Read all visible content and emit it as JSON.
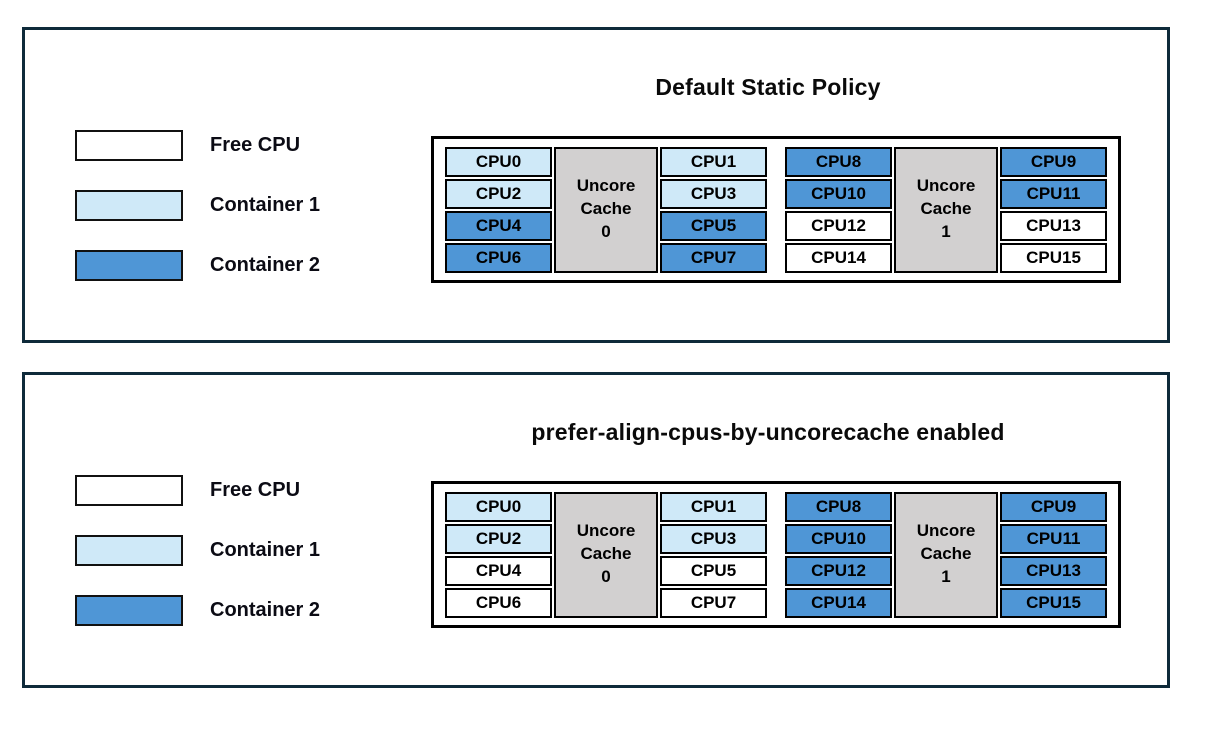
{
  "colors": {
    "free": "#ffffff",
    "container1": "#cfe9f8",
    "container2": "#4f96d6",
    "uncore": "#d2d0d0",
    "panel_border": "#0e2a3a",
    "cell_border": "#000000"
  },
  "legend": {
    "items": [
      {
        "label": "Free CPU",
        "type": "free"
      },
      {
        "label": "Container 1",
        "type": "container1"
      },
      {
        "label": "Container 2",
        "type": "container2"
      }
    ]
  },
  "panels": [
    {
      "title": "Default Static Policy",
      "groups": [
        {
          "cache_lines": [
            "Uncore",
            "Cache",
            "0"
          ],
          "left_cpus": [
            {
              "label": "CPU0",
              "type": "container1"
            },
            {
              "label": "CPU2",
              "type": "container1"
            },
            {
              "label": "CPU4",
              "type": "container2"
            },
            {
              "label": "CPU6",
              "type": "container2"
            }
          ],
          "right_cpus": [
            {
              "label": "CPU1",
              "type": "container1"
            },
            {
              "label": "CPU3",
              "type": "container1"
            },
            {
              "label": "CPU5",
              "type": "container2"
            },
            {
              "label": "CPU7",
              "type": "container2"
            }
          ]
        },
        {
          "cache_lines": [
            "Uncore",
            "Cache",
            "1"
          ],
          "left_cpus": [
            {
              "label": "CPU8",
              "type": "container2"
            },
            {
              "label": "CPU10",
              "type": "container2"
            },
            {
              "label": "CPU12",
              "type": "free"
            },
            {
              "label": "CPU14",
              "type": "free"
            }
          ],
          "right_cpus": [
            {
              "label": "CPU9",
              "type": "container2"
            },
            {
              "label": "CPU11",
              "type": "container2"
            },
            {
              "label": "CPU13",
              "type": "free"
            },
            {
              "label": "CPU15",
              "type": "free"
            }
          ]
        }
      ]
    },
    {
      "title": "prefer-align-cpus-by-uncorecache enabled",
      "groups": [
        {
          "cache_lines": [
            "Uncore",
            "Cache",
            "0"
          ],
          "left_cpus": [
            {
              "label": "CPU0",
              "type": "container1"
            },
            {
              "label": "CPU2",
              "type": "container1"
            },
            {
              "label": "CPU4",
              "type": "free"
            },
            {
              "label": "CPU6",
              "type": "free"
            }
          ],
          "right_cpus": [
            {
              "label": "CPU1",
              "type": "container1"
            },
            {
              "label": "CPU3",
              "type": "container1"
            },
            {
              "label": "CPU5",
              "type": "free"
            },
            {
              "label": "CPU7",
              "type": "free"
            }
          ]
        },
        {
          "cache_lines": [
            "Uncore",
            "Cache",
            "1"
          ],
          "left_cpus": [
            {
              "label": "CPU8",
              "type": "container2"
            },
            {
              "label": "CPU10",
              "type": "container2"
            },
            {
              "label": "CPU12",
              "type": "container2"
            },
            {
              "label": "CPU14",
              "type": "container2"
            }
          ],
          "right_cpus": [
            {
              "label": "CPU9",
              "type": "container2"
            },
            {
              "label": "CPU11",
              "type": "container2"
            },
            {
              "label": "CPU13",
              "type": "container2"
            },
            {
              "label": "CPU15",
              "type": "container2"
            }
          ]
        }
      ]
    }
  ]
}
